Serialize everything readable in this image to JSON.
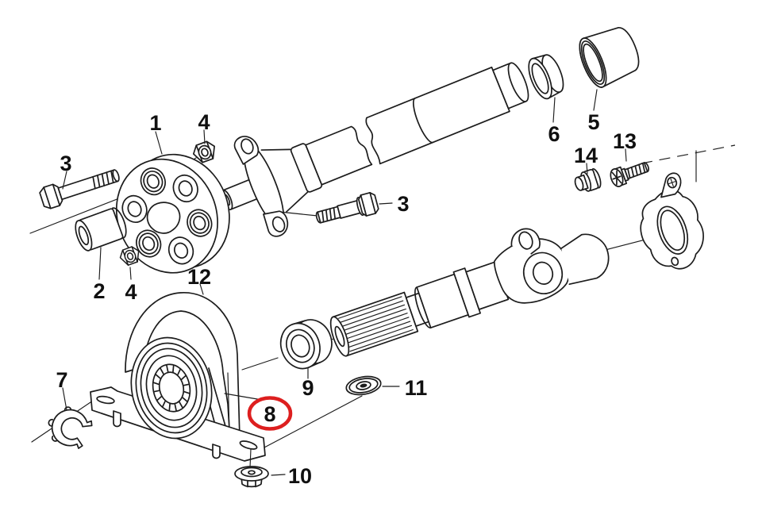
{
  "diagram": {
    "background": "#ffffff",
    "line_color": "#1c1c1c",
    "highlight": {
      "label": "8",
      "color": "#dd1f1f"
    },
    "labels": [
      {
        "text": "1"
      },
      {
        "text": "4"
      },
      {
        "text": "3"
      },
      {
        "text": "2"
      },
      {
        "text": "4"
      },
      {
        "text": "12"
      },
      {
        "text": "3"
      },
      {
        "text": "6"
      },
      {
        "text": "5"
      },
      {
        "text": "14"
      },
      {
        "text": "13"
      },
      {
        "text": "7"
      },
      {
        "text": "9"
      },
      {
        "text": "8"
      },
      {
        "text": "11"
      },
      {
        "text": "10"
      }
    ]
  }
}
